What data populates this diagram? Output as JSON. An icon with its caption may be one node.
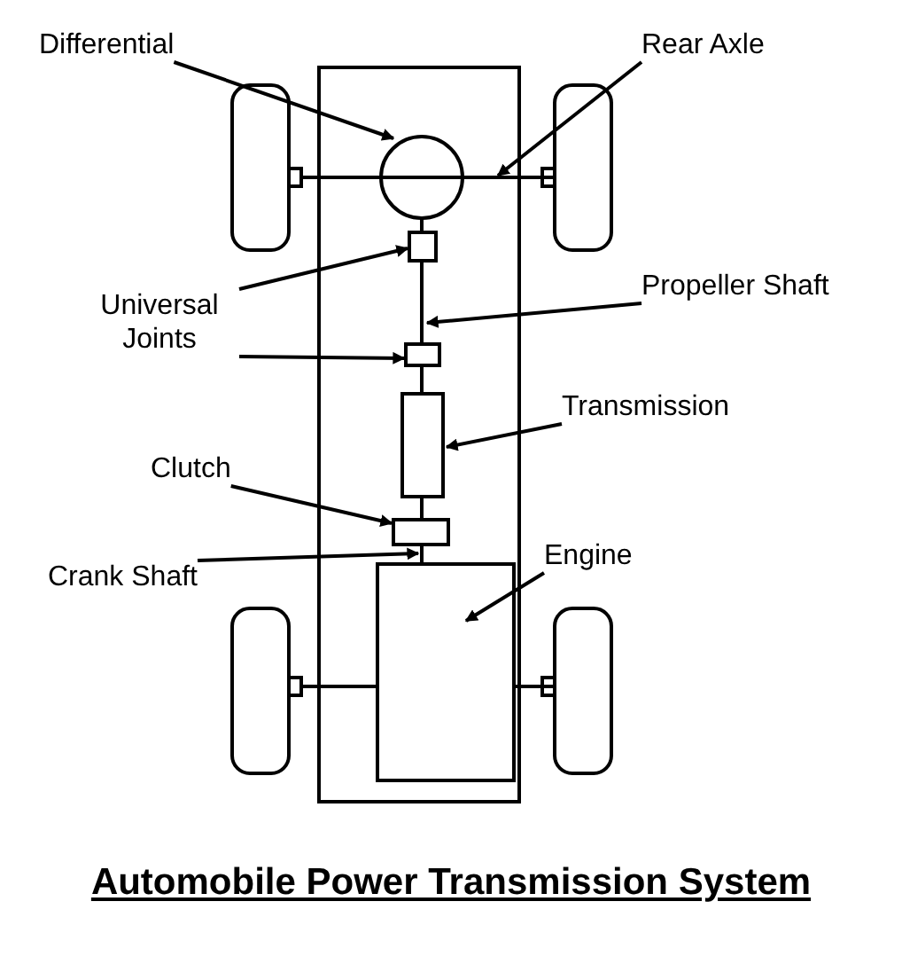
{
  "diagram": {
    "title": "Automobile Power Transmission System",
    "nodes": [
      {
        "text": [
          "Differential"
        ]
      },
      {
        "text": [],
        "shape": "circle"
      },
      {
        "text": [
          "Rear Axle"
        ]
      },
      {
        "text": [],
        "shape": "bar"
      },
      {
        "text": [
          "Universal Joints"
        ]
      },
      {
        "text": [],
        "shape": "box"
      },
      {
        "text": [],
        "shape": "box"
      },
      {
        "text": [
          "Propeller Shaft"
        ]
      },
      {
        "text": [],
        "shape": "bar"
      },
      {
        "text": [
          "Transmission"
        ]
      },
      {
        "text": [],
        "shape": "box"
      },
      {
        "text": [
          "Clutch"
        ]
      },
      {
        "text": [],
        "shape": "box"
      },
      {
        "text": [
          "Crank Shaft"
        ]
      },
      {
        "text": [],
        "shape": "bar"
      },
      {
        "text": [
          "Engine"
        ]
      },
      {
        "text": [],
        "shape": "box"
      }
    ],
    "edges": [
      {
        "from": 0,
        "to": 1,
        "arrow": "to"
      },
      {
        "from": 2,
        "to": 3,
        "arrow": "to"
      },
      {
        "from": 4,
        "to": 5,
        "arrow": "to"
      },
      {
        "from": 4,
        "to": 6,
        "arrow": "to"
      },
      {
        "from": 7,
        "to": 8,
        "arrow": "to"
      },
      {
        "from": 9,
        "to": 10,
        "arrow": "to"
      },
      {
        "from": 11,
        "to": 12,
        "arrow": "to"
      },
      {
        "from": 13,
        "to": 14,
        "arrow": "to"
      },
      {
        "from": 15,
        "to": 16,
        "arrow": "to"
      }
    ]
  }
}
